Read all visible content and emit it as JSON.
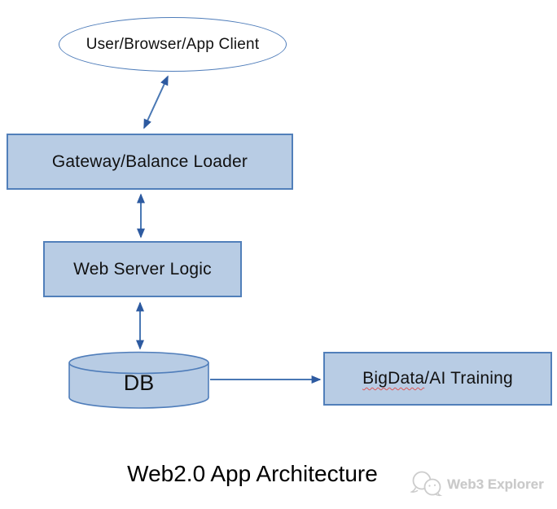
{
  "page": {
    "background": "#ffffff"
  },
  "diagram": {
    "title": "Web2.0 App Architecture",
    "nodes": {
      "client": {
        "shape": "ellipse",
        "label": "User/Browser/App Client"
      },
      "gateway": {
        "shape": "rectangle",
        "label": "Gateway/Balance Loader"
      },
      "web_server": {
        "shape": "rectangle",
        "label": "Web Server Logic"
      },
      "db": {
        "shape": "cylinder",
        "label": "DB"
      },
      "bigdata": {
        "shape": "rectangle",
        "label_word_flagged": "BigData",
        "label_rest": "/AI Training",
        "spellcheck_underline": true
      }
    },
    "edges": [
      {
        "from": "client",
        "to": "gateway",
        "arrows": "both"
      },
      {
        "from": "gateway",
        "to": "web_server",
        "arrows": "both"
      },
      {
        "from": "web_server",
        "to": "db",
        "arrows": "both"
      },
      {
        "from": "db",
        "to": "bigdata",
        "arrows": "end"
      }
    ],
    "colors": {
      "node_fill": "#b8cce4",
      "node_border": "#517fba",
      "ellipse_border": "#4f7dba",
      "arrow_line": "#4a78b4",
      "arrow_head": "#2d5aa0",
      "text": "#111111",
      "spellcheck_red": "#dd5555"
    }
  },
  "watermark": {
    "label": "Web3 Explorer",
    "icon": "chat-bubbles-logo-icon",
    "color": "#c9c9c9"
  }
}
